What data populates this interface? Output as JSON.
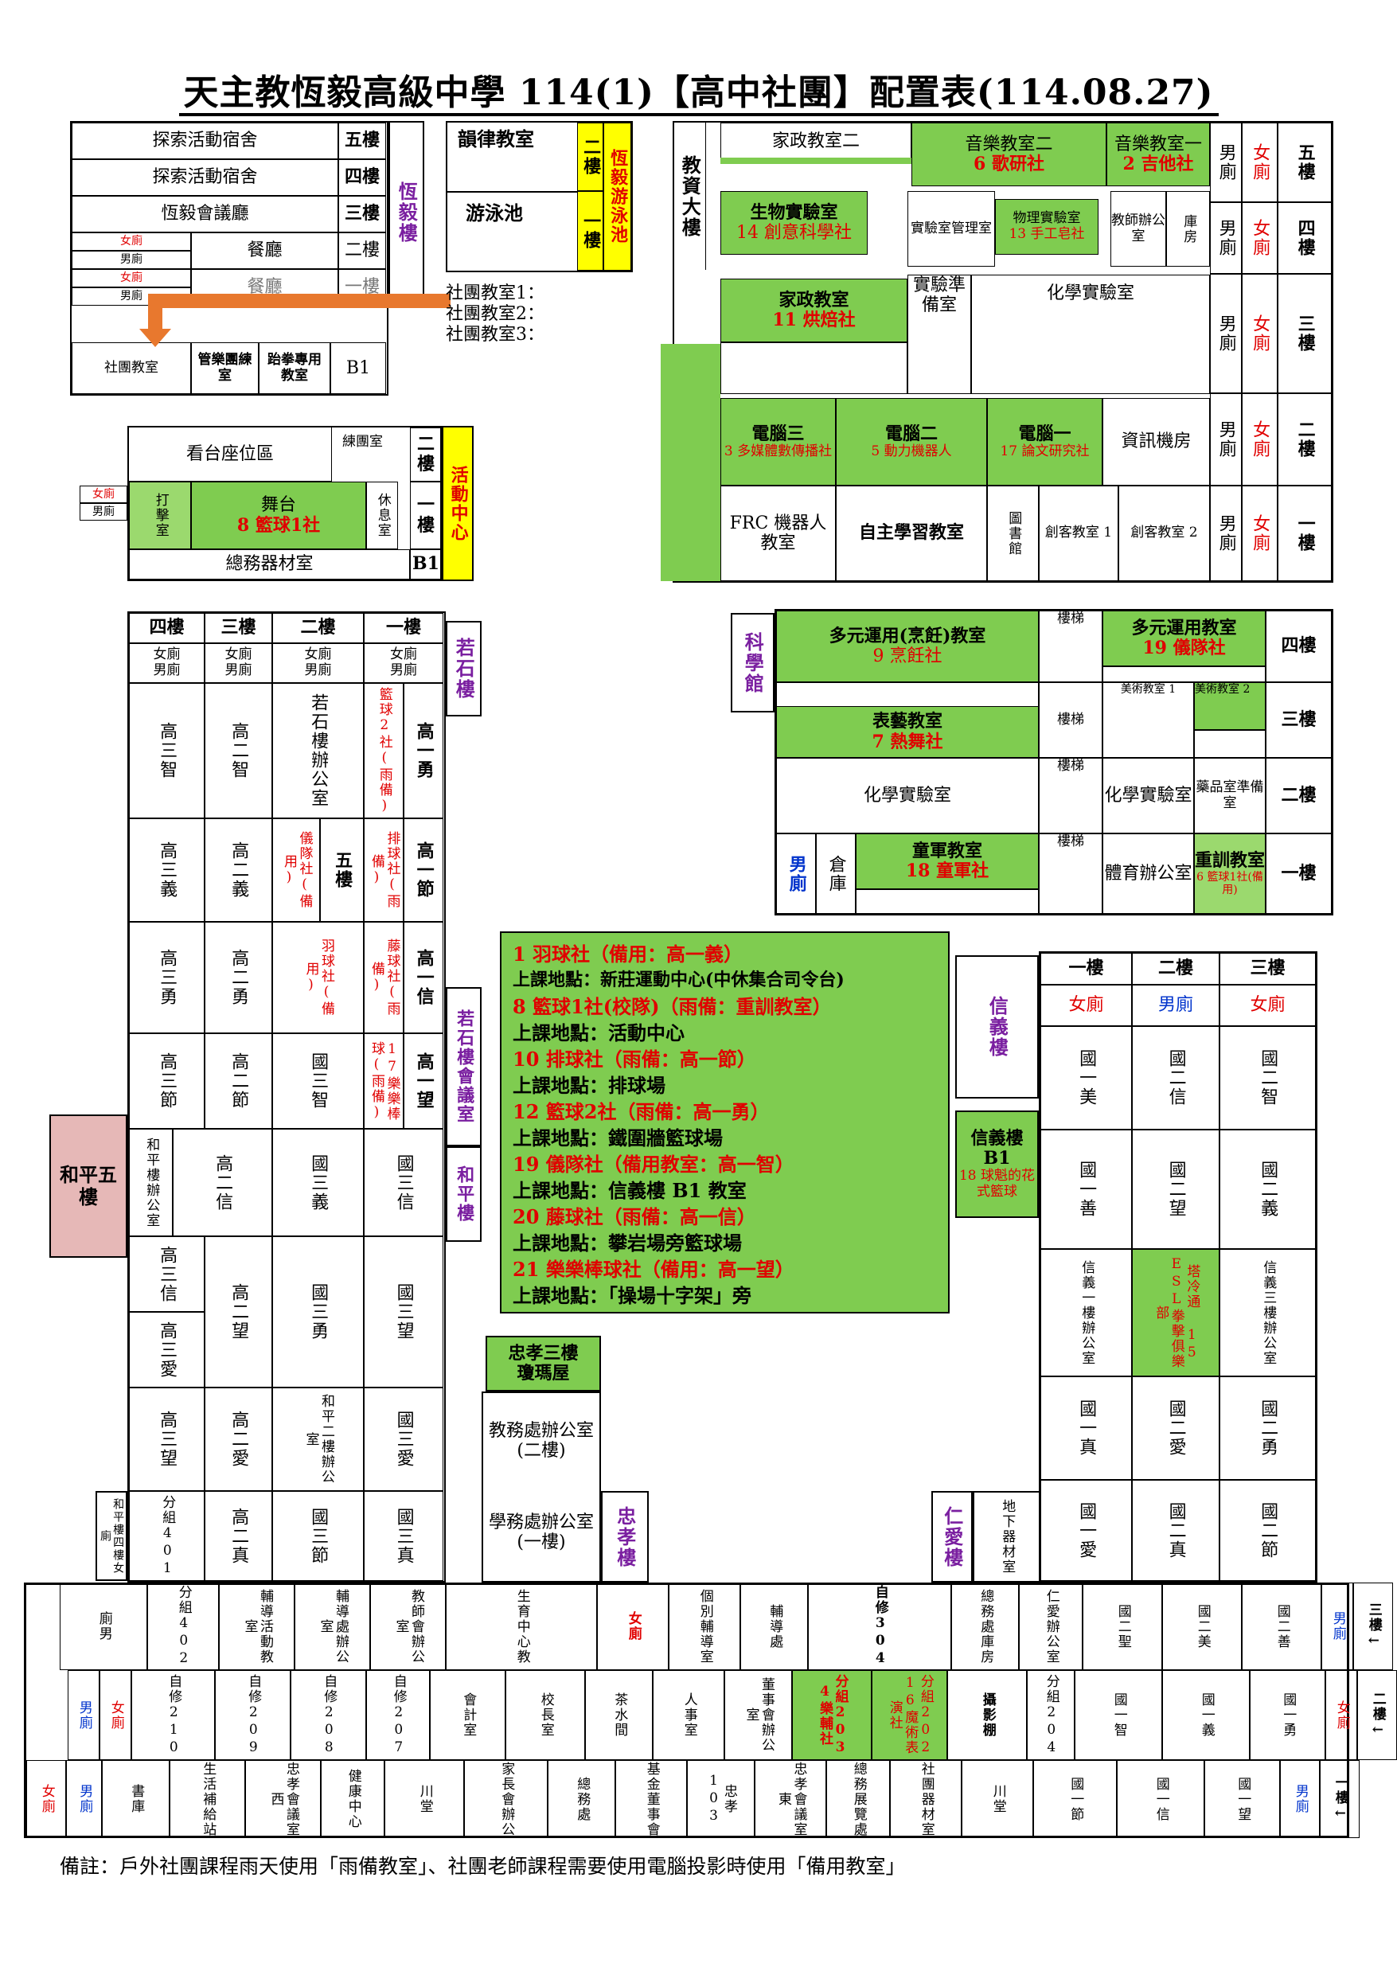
{
  "title": "天主教恆毅高級中學 114(1)【高中社團】配置表(114.08.27)",
  "colors": {
    "green": "#7fcc50",
    "yellow": "#ffff00",
    "pink": "#e6b8b7",
    "red": "#e00000",
    "purple": "#7a1fa0"
  },
  "hengyi": {
    "building": "恆毅樓",
    "rows": [
      {
        "room": "探索活動宿舍",
        "floor": "五樓"
      },
      {
        "room": "探索活動宿舍",
        "floor": "四樓"
      },
      {
        "room": "恆毅會議廳",
        "floor": "三樓"
      },
      {
        "room": "餐廳",
        "floor": "二樓"
      },
      {
        "room": "餐廳",
        "floor": "一樓"
      }
    ],
    "restrooms": [
      "女廁",
      "男廁",
      "女廁",
      "男廁"
    ],
    "b1": [
      "社團教室",
      "管樂團練室",
      "跆拳專用教室",
      "B1"
    ],
    "club_rooms": [
      "社團教室1：",
      "社團教室2：",
      "社團教室3："
    ]
  },
  "pool": {
    "rhythm": "韻律教室",
    "swim": "游泳池",
    "f2": "二樓",
    "f1": "一樓",
    "building": "恆毅游泳池"
  },
  "activity": {
    "building": "活動中心",
    "stands": "看台座位區",
    "practice": "練團室",
    "stage": "舞台",
    "club": "8 籃球1社",
    "drum": "打擊室",
    "rest": "休息室",
    "storage": "總務器材室",
    "floors": [
      "二樓",
      "一樓",
      "B1"
    ],
    "rr": [
      "女廁",
      "男廁"
    ]
  },
  "jiaozi": {
    "building": "教資大樓",
    "f5": {
      "label": "五樓",
      "home_ec2": "家政教室二",
      "music2": "音樂教室二",
      "music2_club": "6 歌研社",
      "music1": "音樂教室一",
      "music1_club": "2 吉他社"
    },
    "f4": {
      "label": "四樓",
      "bio": "生物實驗室",
      "bio_club": "14 創意科學社",
      "lab_mgmt": "實驗室管理室",
      "phys": "物理實驗室",
      "phys_club": "13 手工皂社",
      "teachers": "教師辦公室",
      "store": "庫房"
    },
    "f3": {
      "label": "三樓",
      "home_ec": "家政教室",
      "home_ec_club": "11 烘焙社",
      "lab_prep": "實驗準備室",
      "chem": "化學實驗室"
    },
    "f2": {
      "label": "二樓",
      "pc3": "電腦三",
      "pc3_club": "3 多媒體數傳播社",
      "pc2": "電腦二",
      "pc2_club": "5 動力機器人",
      "pc1": "電腦一",
      "pc1_club": "17 論文研究社",
      "info": "資訊機房"
    },
    "f1": {
      "label": "一樓",
      "frc": "FRC 機器人教室",
      "self": "自主學習教室",
      "lib": "圖書館",
      "maker1": "創客教室 1",
      "maker2": "創客教室 2"
    },
    "rr": [
      "男廁",
      "女廁"
    ]
  },
  "science": {
    "building": "科學館",
    "f4": {
      "label": "四樓",
      "room1": "多元運用(烹飪)教室",
      "room1_club": "9 烹飪社",
      "stairs": "樓梯",
      "room2": "多元運用教室",
      "room2_club": "19 儀隊社"
    },
    "f3": {
      "label": "三樓",
      "perform": "表藝教室",
      "perform_club": "7 熱舞社",
      "stairs": "樓梯",
      "art1": "美術教室 1",
      "art2": "美術教室 2"
    },
    "f2": {
      "label": "二樓",
      "chem": "化學實驗室",
      "stairs": "樓梯",
      "chem2": "化學實驗室",
      "drug": "藥品室準備室"
    },
    "f1": {
      "label": "一樓",
      "rr": "男廁",
      "store": "倉庫",
      "scout": "童軍教室",
      "scout_club": "18 童軍社",
      "stairs": "樓梯",
      "pe": "體育辦公室",
      "train": "重訓教室",
      "train_club": "6 籃球1社(備用)"
    }
  },
  "ruoshi": {
    "building": "若石樓",
    "floors": [
      "四樓",
      "三樓",
      "二樓",
      "一樓"
    ],
    "rr": [
      "女廁",
      "男廁"
    ],
    "rows": [
      [
        "高三智",
        "高二智",
        "若石樓辦公室",
        "籃球2社(雨備)",
        "高一勇"
      ],
      [
        "高三義",
        "高二義",
        "儀隊社(備用)",
        "排球社(雨備)",
        "高一節"
      ],
      [
        "高三勇",
        "高二勇",
        "羽球社(備用)",
        "藤球社(雨備)",
        "高一信"
      ],
      [
        "高三節",
        "高二節",
        "國三智",
        "17樂樂棒球(雨備)",
        "高一望"
      ]
    ],
    "council": "若石樓會議室"
  },
  "heping": {
    "building": "和平樓",
    "five": "和平五樓",
    "rows": [
      [
        "和平樓辦公室",
        "高二信",
        "國三義",
        "國三信"
      ],
      [
        "高三信",
        "高三愛",
        "高二望",
        "國三勇",
        "國三望"
      ],
      [
        "高三望",
        "高二愛",
        "和平二樓辦公室",
        "國三愛"
      ],
      [
        "和平樓四樓女廁",
        "分組401",
        "高二真",
        "國三節",
        "國三真"
      ]
    ]
  },
  "info_box": [
    "1 羽球社（備用：高一義）",
    "上課地點：新莊運動中心(中休集合司令台)",
    "8 籃球1社(校隊)（雨備：重訓教室）",
    "上課地點：活動中心",
    "10 排球社（雨備：高一節）",
    "上課地點：排球場",
    "12 籃球2社（雨備：高一勇）",
    "上課地點：鐵圍牆籃球場",
    "19 儀隊社（備用教室：高一智）",
    "上課地點：信義樓 B1 教室",
    "20 藤球社（雨備：高一信）",
    "上課地點：攀岩場旁籃球場",
    "21 樂樂棒球社（備用：高一望）",
    "上課地點：「操場十字架」旁"
  ],
  "zhongxiao": {
    "third": "忠孝三樓",
    "third_room": "瓊瑪屋",
    "academic": "教務處辦公室(二樓)",
    "student": "學務處辦公室(一樓)",
    "building": "忠孝樓"
  },
  "renai": {
    "building": "仁愛樓",
    "store": "地下器材室"
  },
  "xinyi": {
    "building": "信義樓",
    "floors": [
      "一樓",
      "二樓",
      "三樓"
    ],
    "rr": [
      "女廁",
      "男廁",
      "女廁"
    ],
    "b1": "信義樓 B1",
    "b1_club": "18 球魁的花式籃球",
    "rows": [
      [
        "國一美",
        "國二信",
        "國二智"
      ],
      [
        "國一善",
        "國二望",
        "國二義"
      ],
      [
        "信義一樓辦公室",
        "塔冷通 15 ESL拳擊俱樂部",
        "信義三樓辦公室"
      ],
      [
        "國一真",
        "國二愛",
        "國二勇"
      ],
      [
        "國一愛",
        "國二真",
        "國二節"
      ]
    ]
  },
  "bottom": {
    "row3": [
      "廁男",
      "分組402",
      "輔導活動教室",
      "輔導處辦公室",
      "教師會辦公室",
      "生育中心教",
      "女廁",
      "個別輔導室",
      "輔導處",
      "自修304",
      "總務處庫房",
      "仁愛辦公室",
      "國二聖",
      "國二美",
      "國二善",
      "男廁",
      "三樓←"
    ],
    "row2": [
      "男廁",
      "女廁",
      "自修210",
      "自修209",
      "自修208",
      "自修207",
      "會計室",
      "校長室",
      "茶水間",
      "人事室",
      "董事會辦公室",
      "分組203 4樂輔社",
      "分組202 16魔術表演社",
      "攝影棚",
      "分組204",
      "國一智",
      "國一義",
      "國一勇",
      "女廁",
      "二樓←"
    ],
    "row1": [
      "女廁",
      "男廁",
      "書庫",
      "生活補給站",
      "忠孝會議室西",
      "健康中心",
      "川堂",
      "家長會辦公",
      "總務處",
      "基金董事會",
      "忠孝103",
      "忠孝會議室東",
      "總務展覽處",
      "社團器材室",
      "川堂",
      "國一節",
      "國一信",
      "國一望",
      "男廁",
      "一樓←"
    ]
  },
  "note": "備註：戶外社團課程雨天使用「雨備教室」、社團老師課程需要使用電腦投影時使用「備用教室」"
}
